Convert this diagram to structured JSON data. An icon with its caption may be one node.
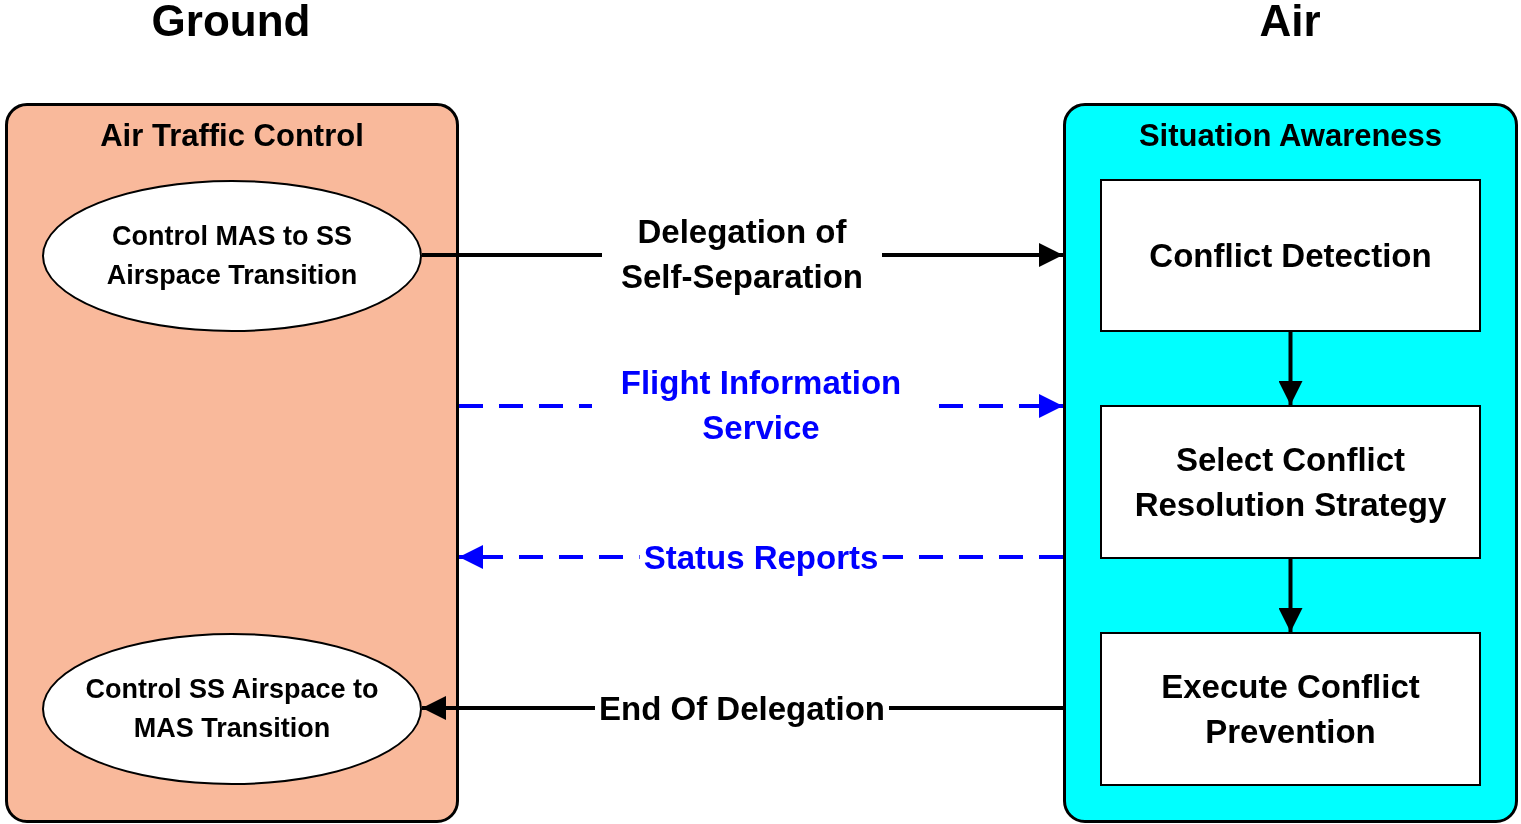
{
  "diagram": {
    "nodes": [
      {
        "text": [
          "Air Traffic Control"
        ]
      },
      {
        "text": [
          "Control MAS to SS Airspace Transition"
        ],
        "in": 0
      },
      {
        "text": [
          "Control SS Airspace to MAS Transition"
        ],
        "in": 0
      },
      {
        "text": [
          "Situation Awareness"
        ]
      },
      {
        "text": [
          "Conflict Detection"
        ],
        "in": 3
      },
      {
        "text": [
          "Select Conflict Resolution Strategy"
        ],
        "in": 3
      },
      {
        "text": [
          "Execute Conflict Prevention"
        ],
        "in": 3
      }
    ],
    "edges": [
      {
        "from": 1,
        "to": 3,
        "arrow": "to",
        "label": "Delegation of Self-Separation"
      },
      {
        "from": 0,
        "to": 3,
        "arrow": "to",
        "label": "Flight Information Service",
        "style": "dashed",
        "color": "#0000ff"
      },
      {
        "from": 3,
        "to": 0,
        "arrow": "to",
        "label": "Status Reports",
        "style": "dashed",
        "color": "#0000ff"
      },
      {
        "from": 3,
        "to": 2,
        "arrow": "to",
        "label": "End Of Delegation"
      },
      {
        "from": 4,
        "to": 5,
        "arrow": "to"
      },
      {
        "from": 5,
        "to": 6,
        "arrow": "to"
      }
    ],
    "labels": [
      "Ground",
      "Air"
    ]
  }
}
